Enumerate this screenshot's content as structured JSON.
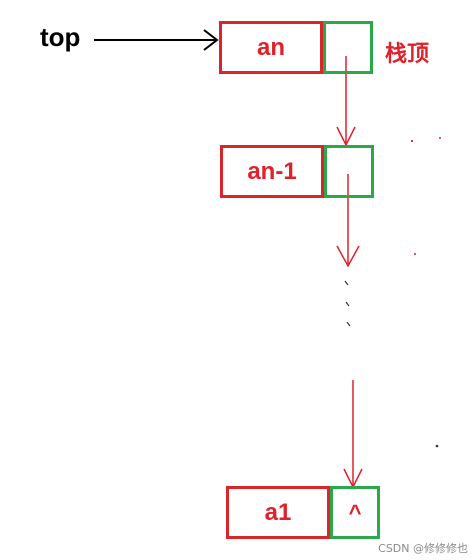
{
  "diagram": {
    "top_label": "top",
    "stack_top_label": "栈顶",
    "nodes": [
      {
        "data": "an",
        "next": ""
      },
      {
        "data": "an-1",
        "next": ""
      },
      {
        "data": "a1",
        "next": "^"
      }
    ]
  },
  "colors": {
    "data_border": "#d8262b",
    "next_border": "#2aa84a",
    "text_red": "#e0202a",
    "arrow_red": "#e0202a",
    "pointer_black": "#000000"
  },
  "watermark": "CSDN @修修修也"
}
